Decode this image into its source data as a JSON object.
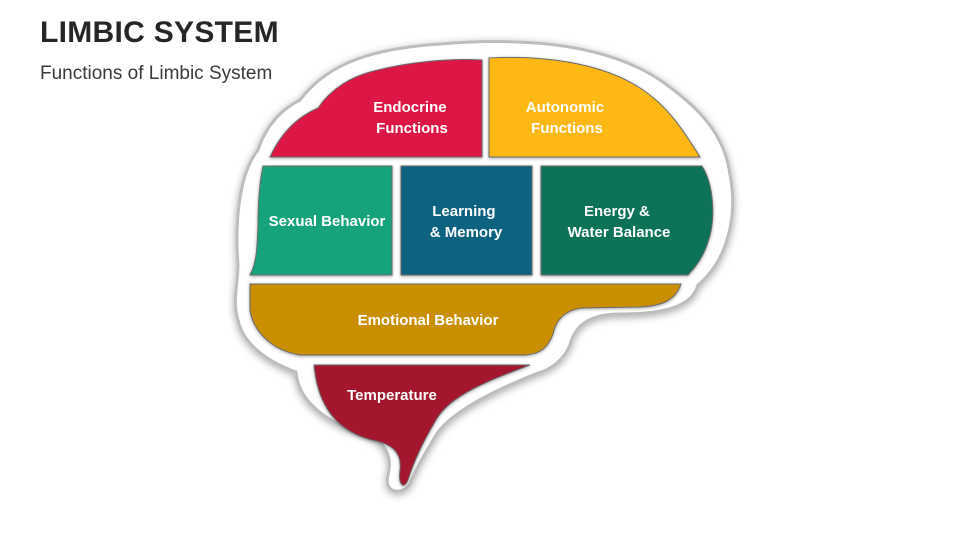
{
  "header": {
    "title": "LIMBIC SYSTEM",
    "subtitle": "Functions of Limbic System"
  },
  "segments": {
    "endocrine": {
      "line1": "Endocrine",
      "line2": "Functions",
      "color": "#DC1844"
    },
    "autonomic": {
      "line1": "Autonomic",
      "line2": "Functions",
      "color": "#FDB813"
    },
    "sexual": {
      "label": "Sexual Behavior",
      "color": "#17A27A"
    },
    "learning": {
      "line1": "Learning",
      "line2": "& Memory",
      "color": "#11627F"
    },
    "energy": {
      "line1": "Energy &",
      "line2": "Water Balance",
      "color": "#0A7259"
    },
    "emotional": {
      "label": "Emotional Behavior",
      "color": "#C98F03"
    },
    "temperature": {
      "label": "Temperature",
      "color": "#A3132F"
    }
  }
}
